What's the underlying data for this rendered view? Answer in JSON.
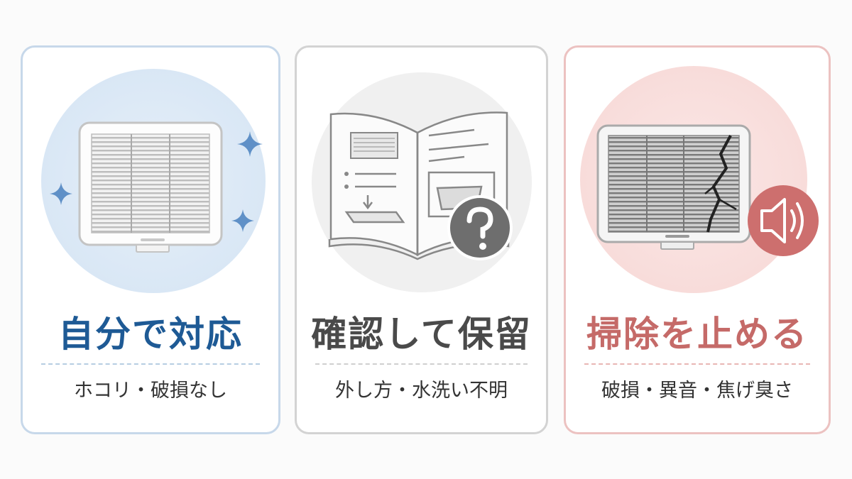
{
  "cards": [
    {
      "title": "自分で対応",
      "subtitle": "ホコリ・破損なし",
      "accent_color": "#1e5a95",
      "icons": [
        "clean-filter-icon",
        "sparkle-icon"
      ]
    },
    {
      "title": "確認して保留",
      "subtitle": "外し方・水洗い不明",
      "accent_color": "#4a4a4a",
      "icons": [
        "manual-book-icon",
        "question-icon"
      ]
    },
    {
      "title": "掃除を止める",
      "subtitle": "破損・異音・焦げ臭さ",
      "accent_color": "#c56a68",
      "icons": [
        "damaged-filter-icon",
        "speaker-sound-icon"
      ]
    }
  ]
}
